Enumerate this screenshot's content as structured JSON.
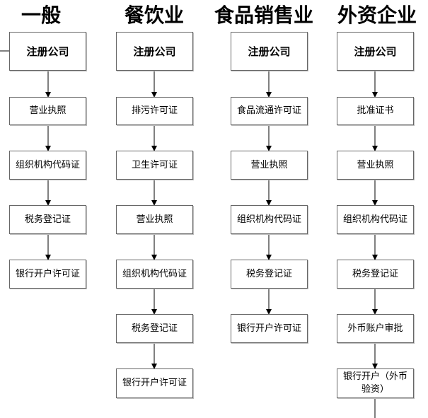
{
  "columns": [
    {
      "title": "一般",
      "steps": [
        "注册公司",
        "营业执照",
        "组织机构代码证",
        "税务登记证",
        "银行开户许可证"
      ]
    },
    {
      "title": "餐饮业",
      "steps": [
        "注册公司",
        "排污许可证",
        "卫生许可证",
        "营业执照",
        "组织机构代码证",
        "税务登记证",
        "银行开户许可证"
      ]
    },
    {
      "title": "食品销售业",
      "steps": [
        "注册公司",
        "食品流通许可证",
        "营业执照",
        "组织机构代码证",
        "税务登记证",
        "银行开户许可证"
      ]
    },
    {
      "title": "外资企业",
      "steps": [
        "注册公司",
        "批准证书",
        "营业执照",
        "组织机构代码证",
        "税务登记证",
        "外币账户审批",
        "银行开户（外币验资）"
      ]
    }
  ]
}
